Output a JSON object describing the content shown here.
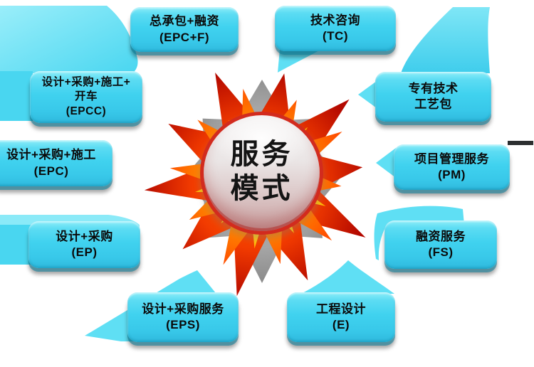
{
  "center": {
    "line1": "服务",
    "line2": "模式"
  },
  "nodes": {
    "epcf": {
      "label": "总承包+融资",
      "code": "(EPC+F)"
    },
    "tc": {
      "label": "技术咨询",
      "code": "(TC)"
    },
    "epcc": {
      "label": "设计+采购+施工+",
      "label2": "开车",
      "code": "(EPCC)"
    },
    "ptp": {
      "label": "专有技术",
      "label2": "工艺包"
    },
    "epc": {
      "label": "设计+采购+施工",
      "code": "(EPC)"
    },
    "pm": {
      "label": "项目管理服务",
      "code": "(PM)"
    },
    "ep": {
      "label": "设计+采购",
      "code": "(EP)"
    },
    "fs": {
      "label": "融资服务",
      "code": "(FS)"
    },
    "eps": {
      "label": "设计+采购服务",
      "code": "(EPS)"
    },
    "e": {
      "label": "工程设计",
      "code": "(E)"
    }
  },
  "palette": {
    "box_cyan": "#3FD2EF",
    "box_cyan_light": "#8DEEF9",
    "box_shadow_teal": "#0F7D9B",
    "tail_cyan": "#5FDFF4",
    "flame_red": "#E32000",
    "flame_orange": "#FF8800",
    "flame_yellow": "#FFDF3F",
    "star_gray": "#A0A0A0",
    "sphere_ring_red": "#D22B1E",
    "text_black": "#0A0A0A",
    "background": "#FFFFFF"
  }
}
